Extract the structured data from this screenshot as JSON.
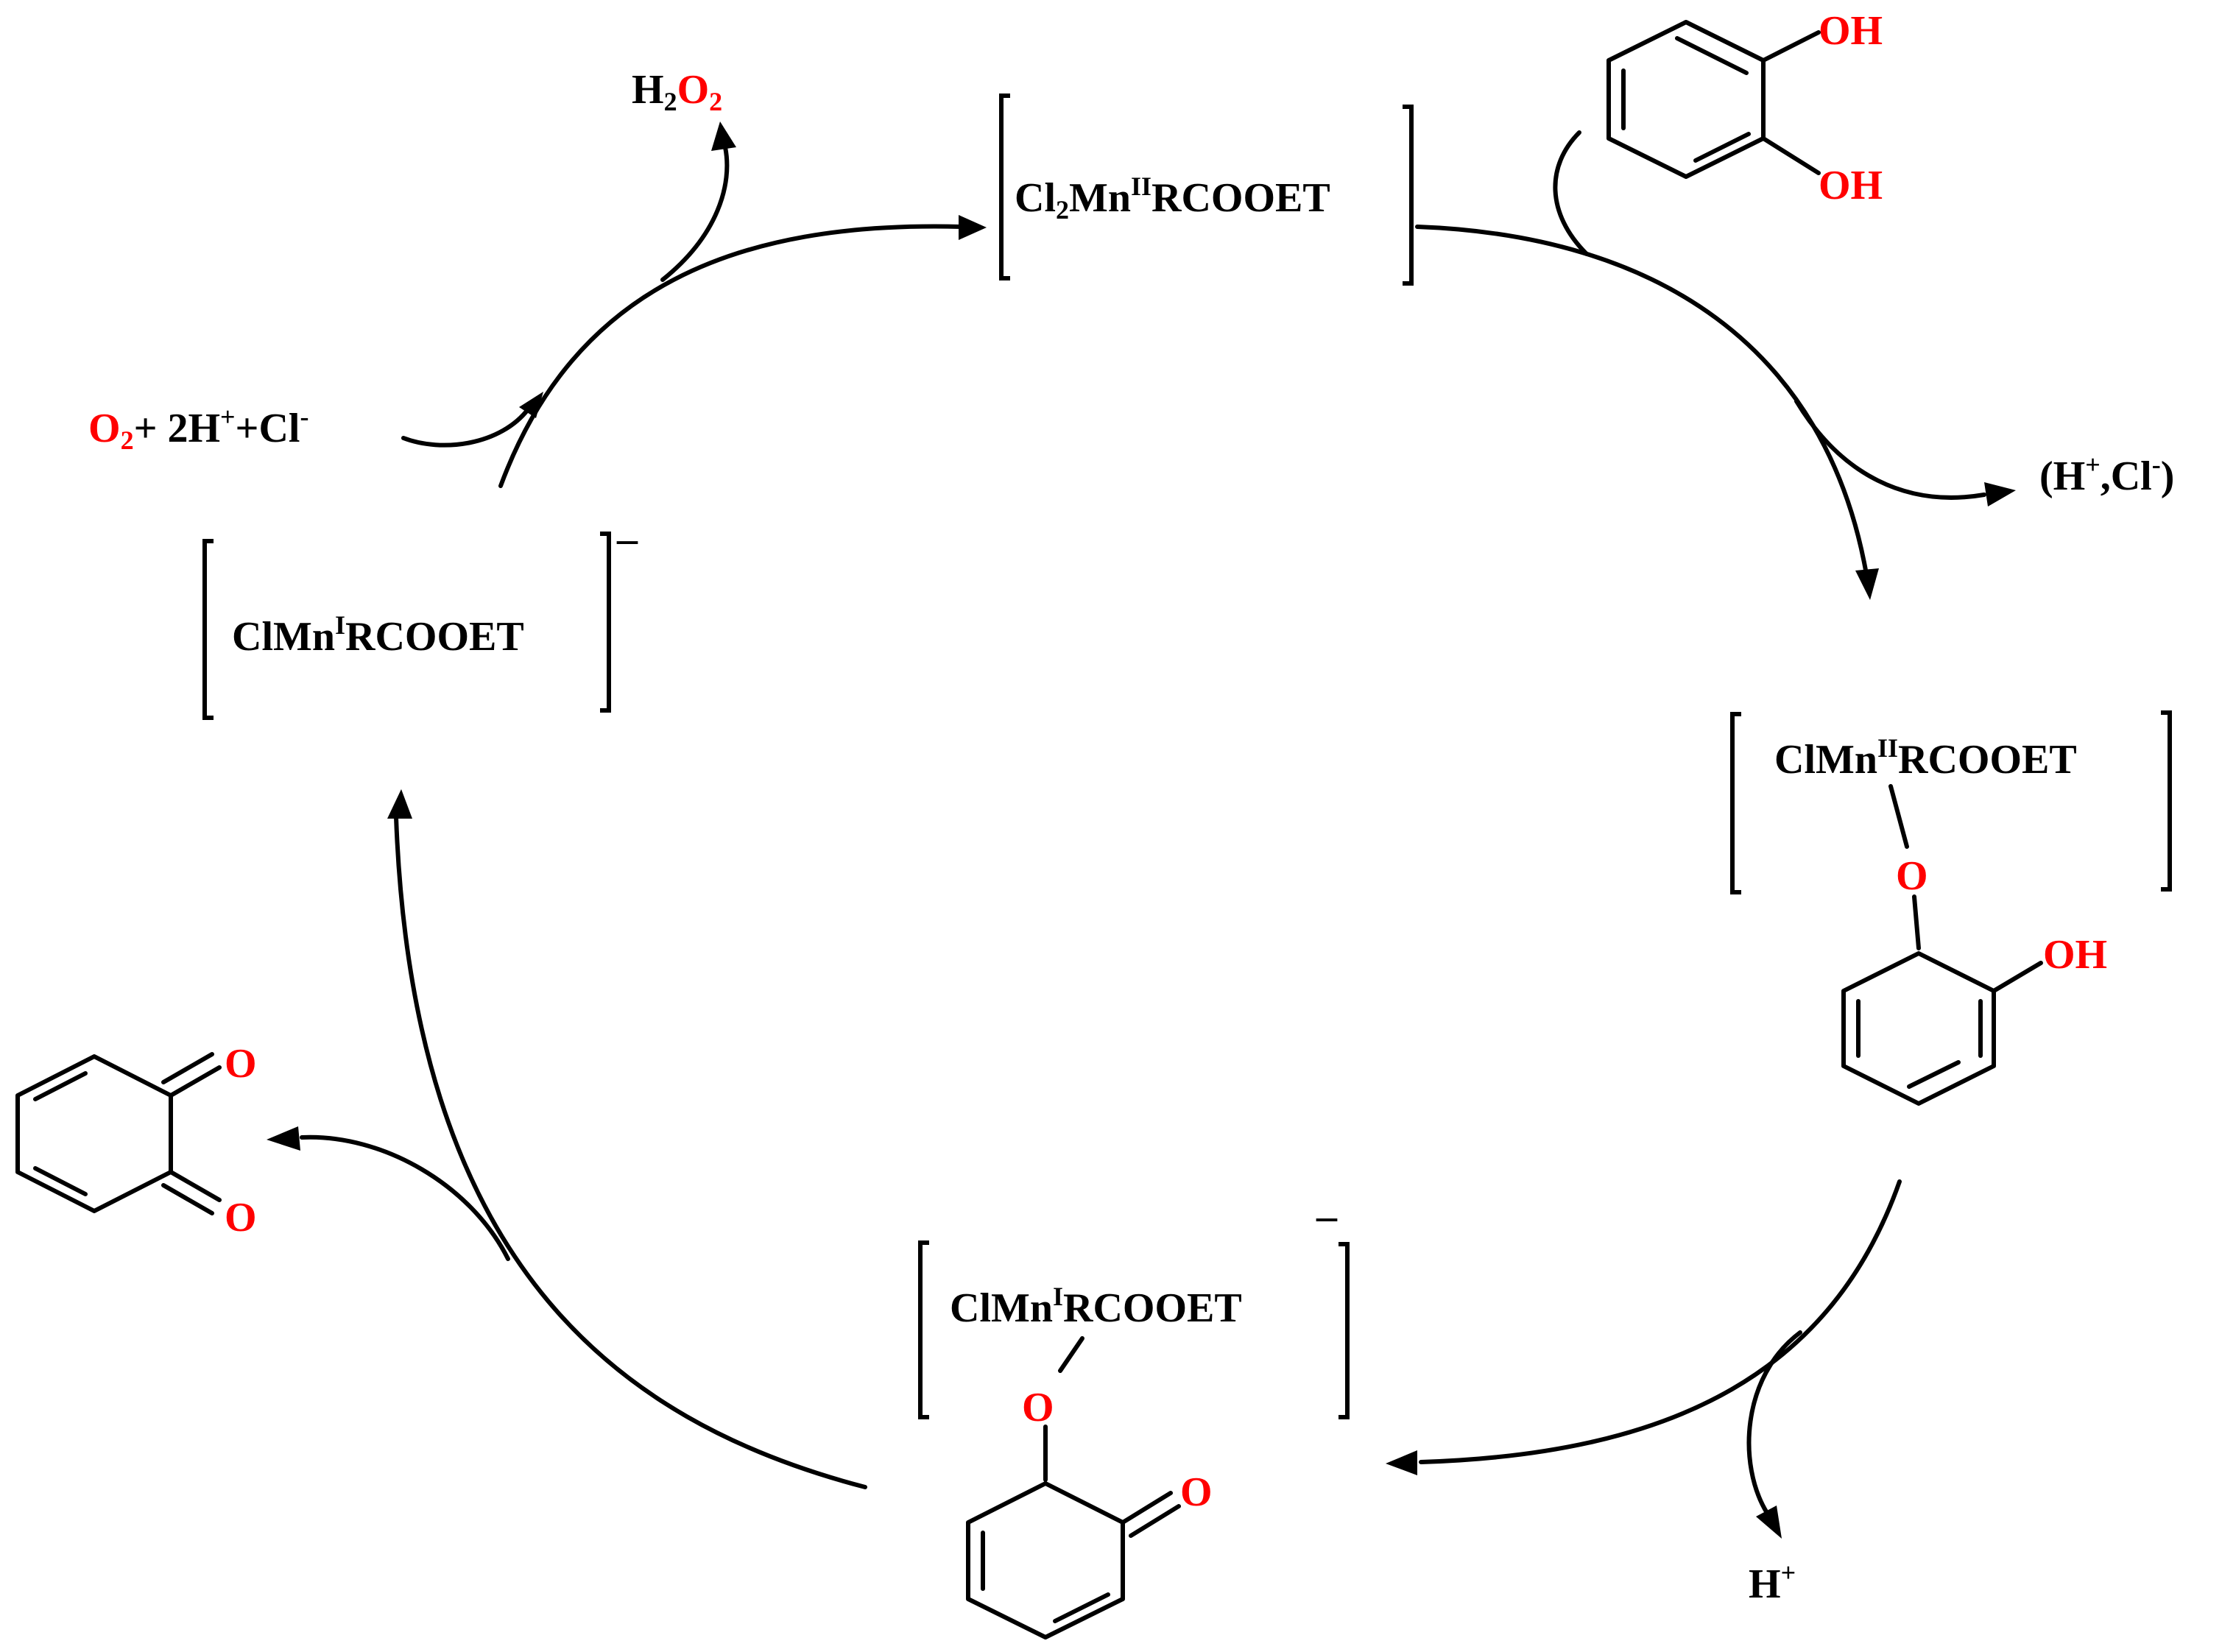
{
  "species": {
    "mn2_dichloride": {
      "ligand_cl": "Cl",
      "cl_count": "2",
      "metal": "Mn",
      "oxidation": "II",
      "ligand": "RCOOET"
    },
    "mn2_catecholate": {
      "metal": "ClMn",
      "oxidation": "II",
      "ligand": "RCOOET",
      "bridge_o": "O",
      "oh": "OH"
    },
    "mn1_semiquinone": {
      "metal": "ClMn",
      "oxidation": "I",
      "ligand": "RCOOET",
      "charge": "–",
      "bridge_o": "O",
      "keto_o": "O"
    },
    "mn1_complex": {
      "metal": "ClMn",
      "oxidation": "I",
      "ligand": "RCOOET",
      "charge": "–"
    }
  },
  "reagents": {
    "catechol": {
      "oh_top": "OH",
      "oh_bottom": "OH"
    },
    "oxygen_input": {
      "o": "O",
      "o_sub": "2",
      "rest1": "+ 2H",
      "hplus": "+",
      "rest2": "+Cl",
      "cl_minus": "-"
    },
    "h2o2": {
      "h": "H",
      "h_sub": "2",
      "o": "O",
      "o_sub": "2"
    }
  },
  "byproducts": {
    "hcl_release": {
      "open": "(H",
      "plus": "+",
      "comma": ",Cl",
      "minus": "-",
      "close": ")"
    },
    "proton_release": {
      "h": "H",
      "plus": "+"
    },
    "quinone": {
      "o_top": "O",
      "o_bottom": "O"
    }
  },
  "colors": {
    "oxygen": "#ff0000",
    "ink": "#000000"
  }
}
